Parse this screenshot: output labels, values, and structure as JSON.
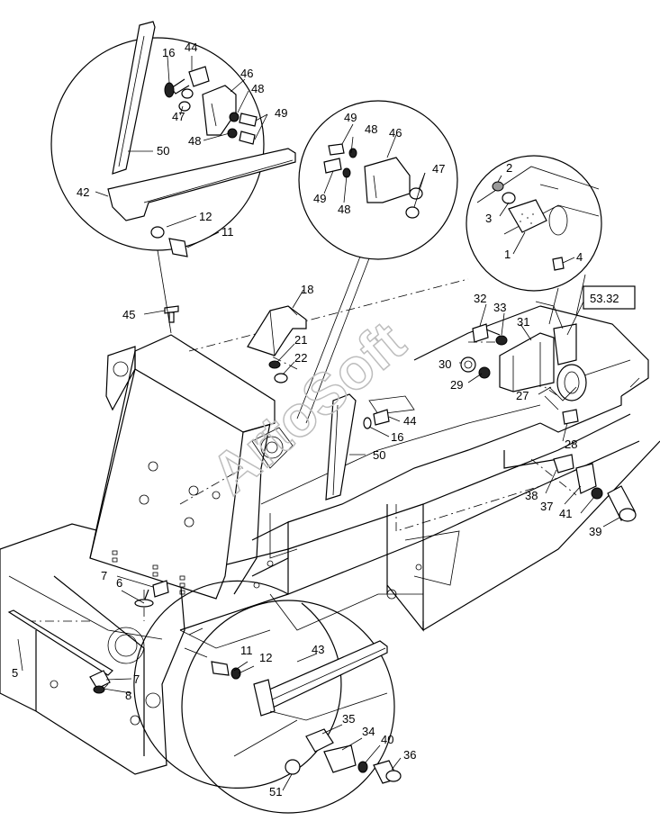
{
  "watermark": "ArtoSoft",
  "ref_box": "53.32",
  "callouts": [
    {
      "id": "c44a",
      "text": "44"
    },
    {
      "id": "c16a",
      "text": "16"
    },
    {
      "id": "c46a",
      "text": "46"
    },
    {
      "id": "c48a",
      "text": "48"
    },
    {
      "id": "c47a",
      "text": "47"
    },
    {
      "id": "c49a",
      "text": "49"
    },
    {
      "id": "c48b",
      "text": "48"
    },
    {
      "id": "c50a",
      "text": "50"
    },
    {
      "id": "c42",
      "text": "42"
    },
    {
      "id": "c12a",
      "text": "12"
    },
    {
      "id": "c11a",
      "text": "11"
    },
    {
      "id": "c49b",
      "text": "49"
    },
    {
      "id": "c48c",
      "text": "48"
    },
    {
      "id": "c46b",
      "text": "46"
    },
    {
      "id": "c49c",
      "text": "49"
    },
    {
      "id": "c48d",
      "text": "48"
    },
    {
      "id": "c47b",
      "text": "47"
    },
    {
      "id": "c2",
      "text": "2"
    },
    {
      "id": "c3",
      "text": "3"
    },
    {
      "id": "c1",
      "text": "1"
    },
    {
      "id": "c4",
      "text": "4"
    },
    {
      "id": "c45",
      "text": "45"
    },
    {
      "id": "c18",
      "text": "18"
    },
    {
      "id": "c21",
      "text": "21"
    },
    {
      "id": "c22",
      "text": "22"
    },
    {
      "id": "c32",
      "text": "32"
    },
    {
      "id": "c33",
      "text": "33"
    },
    {
      "id": "c31",
      "text": "31"
    },
    {
      "id": "c30",
      "text": "30"
    },
    {
      "id": "c29",
      "text": "29"
    },
    {
      "id": "c27",
      "text": "27"
    },
    {
      "id": "c28",
      "text": "28"
    },
    {
      "id": "c44b",
      "text": "44"
    },
    {
      "id": "c16b",
      "text": "16"
    },
    {
      "id": "c50b",
      "text": "50"
    },
    {
      "id": "c38",
      "text": "38"
    },
    {
      "id": "c37",
      "text": "37"
    },
    {
      "id": "c41",
      "text": "41"
    },
    {
      "id": "c39",
      "text": "39"
    },
    {
      "id": "c6",
      "text": "6"
    },
    {
      "id": "c7a",
      "text": "7"
    },
    {
      "id": "c5",
      "text": "5"
    },
    {
      "id": "c7b",
      "text": "7"
    },
    {
      "id": "c8",
      "text": "8"
    },
    {
      "id": "c11b",
      "text": "11"
    },
    {
      "id": "c12b",
      "text": "12"
    },
    {
      "id": "c43",
      "text": "43"
    },
    {
      "id": "c35",
      "text": "35"
    },
    {
      "id": "c34",
      "text": "34"
    },
    {
      "id": "c40",
      "text": "40"
    },
    {
      "id": "c36",
      "text": "36"
    },
    {
      "id": "c51",
      "text": "51"
    }
  ]
}
